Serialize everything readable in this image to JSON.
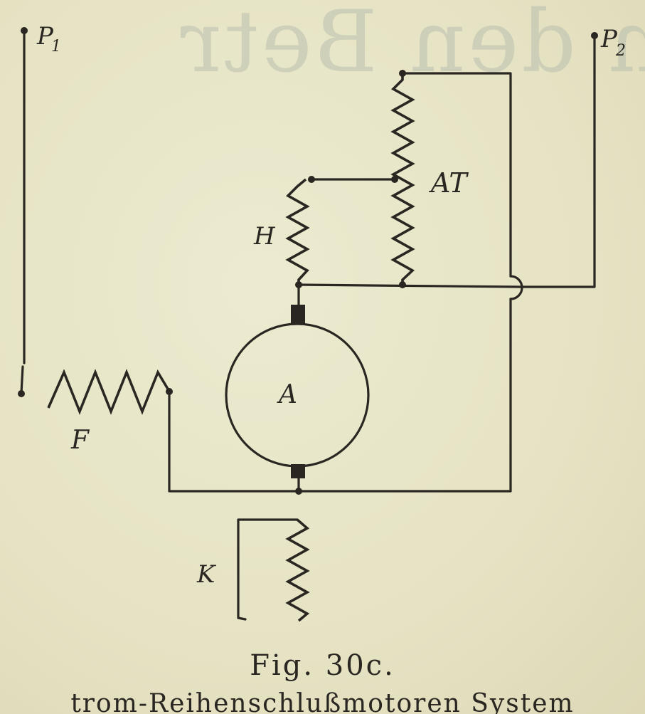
{
  "figure": {
    "caption": "Fig. 30c.",
    "subcaption": "trom-Reihenschlußmotoren System"
  },
  "labels": {
    "p1": "P",
    "p1_sub": "1",
    "p2": "P",
    "p2_sub": "2",
    "at": "AT",
    "h": "H",
    "a": "A",
    "f": "F",
    "k": "K"
  },
  "colors": {
    "ink": "#2a2622",
    "paper": "#e9e6c9",
    "show_through": "#b9bfae"
  }
}
